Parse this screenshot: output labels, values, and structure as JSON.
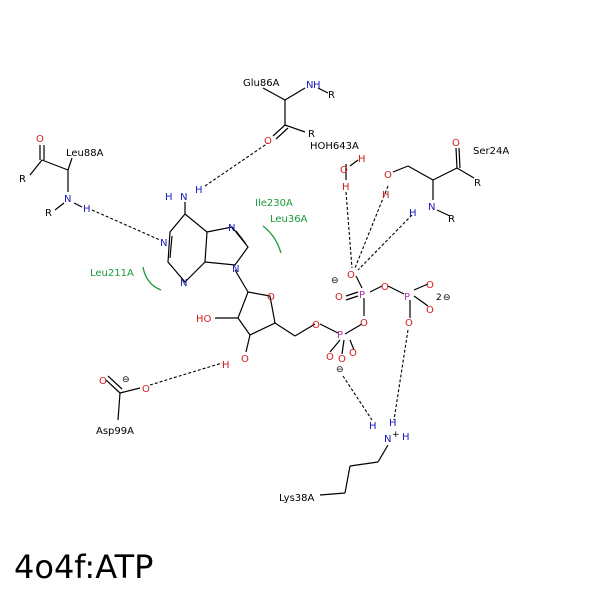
{
  "caption": "4o4f:ATP",
  "residues": {
    "glu86": "Glu86A",
    "leu88": "Leu88A",
    "hoh643": "HOH643A",
    "ser24": "Ser24A",
    "ile230": "Ile230A",
    "leu36": "Leu36A",
    "leu211": "Leu211A",
    "asp99": "Asp99A",
    "lys38": "Lys38A"
  },
  "atoms": {
    "N": "N",
    "O": "O",
    "H": "H",
    "P": "P",
    "R": "R",
    "HO": "HO",
    "minus": "⊖",
    "plus": "+",
    "two": "2"
  }
}
